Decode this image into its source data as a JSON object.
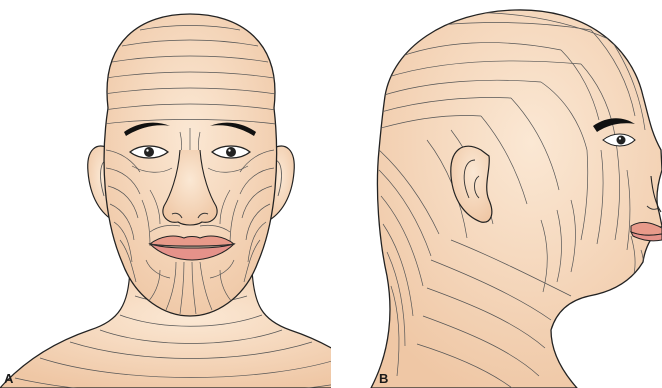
{
  "figure": {
    "panels": [
      {
        "label": "A",
        "view": "frontal"
      },
      {
        "label": "B",
        "view": "lateral"
      }
    ],
    "colors": {
      "skin": "#f7dcc0",
      "skin_shade": "#eec29f",
      "line": "#555555",
      "outline": "#222222",
      "lips": "#e89a8a",
      "brow": "#111111"
    }
  }
}
